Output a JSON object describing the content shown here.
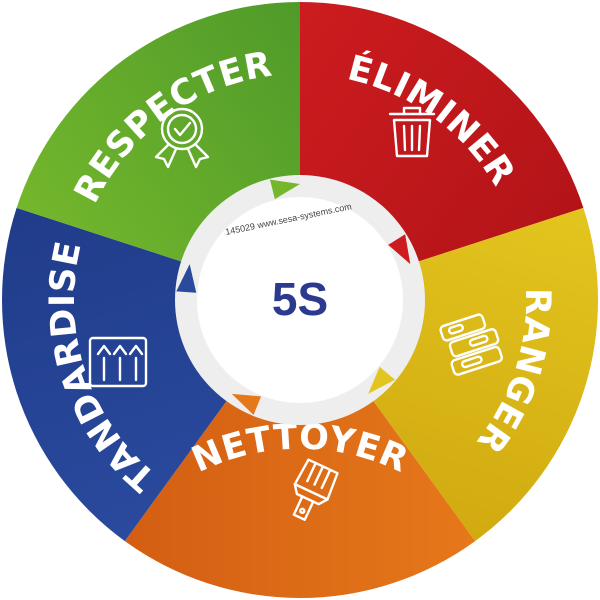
{
  "center": {
    "title": "5S",
    "code": "145029",
    "website": "www.sesa-systems.com"
  },
  "colors": {
    "title": "#2b3a8f",
    "ring": "#eeeeee",
    "disc": "#ffffff"
  },
  "segments": [
    {
      "label": "ÉLIMINER",
      "icon": "trash-bin-icon",
      "color": "#cc1c1f",
      "color2": "#b31418"
    },
    {
      "label": "RANGER",
      "icon": "binders-icon",
      "color": "#e3c51f",
      "color2": "#d1aa10"
    },
    {
      "label": "NETTOYER",
      "icon": "brush-icon",
      "color": "#e6781a",
      "color2": "#d35e13"
    },
    {
      "label": "STANDARDISER",
      "icon": "standards-board-icon",
      "color": "#2a4a9e",
      "color2": "#203c8a"
    },
    {
      "label": "RESPECTER",
      "icon": "award-ribbon-icon",
      "color": "#74b72c",
      "color2": "#4f9a2a"
    }
  ]
}
